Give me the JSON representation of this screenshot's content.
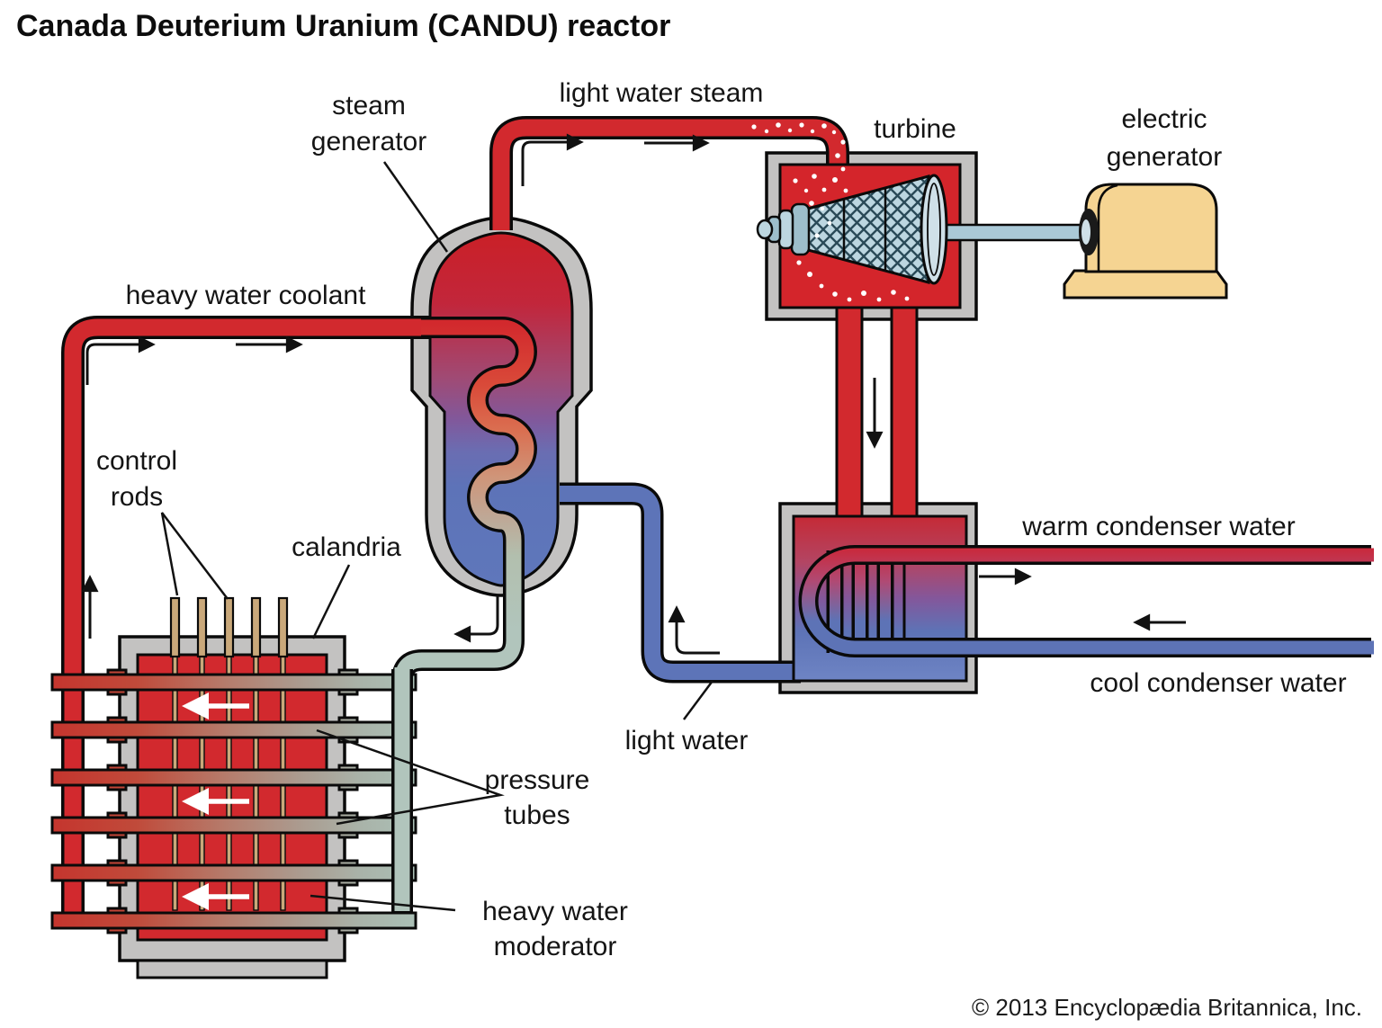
{
  "title": "Canada Deuterium Uranium (CANDU) reactor",
  "copyright": "© 2013 Encyclopædia Britannica, Inc.",
  "labels": {
    "steam_generator": {
      "line1": "steam",
      "line2": "generator"
    },
    "light_water_steam": "light water steam",
    "turbine": "turbine",
    "electric_generator": {
      "line1": "electric",
      "line2": "generator"
    },
    "heavy_water_coolant": "heavy water coolant",
    "control_rods": {
      "line1": "control",
      "line2": "rods"
    },
    "calandria": "calandria",
    "light_water": "light water",
    "pressure_tubes": {
      "line1": "pressure",
      "line2": "tubes"
    },
    "heavy_water_moderator": {
      "line1": "heavy water",
      "line2": "moderator"
    },
    "warm_condenser_water": "warm condenser water",
    "cool_condenser_water": "cool condenser water"
  },
  "colors": {
    "hot_red": "#d2292e",
    "cool_blue": "#5d74b8",
    "cold_pipe_sage": "#b1c5bc",
    "shell_gray": "#c3c2c1",
    "control_rod_tan": "#c9a87a",
    "generator_tan": "#f5d492",
    "turbine_steel_blue": "#bcd6e0",
    "outline_black": "#0d0d0d",
    "background": "#ffffff"
  }
}
